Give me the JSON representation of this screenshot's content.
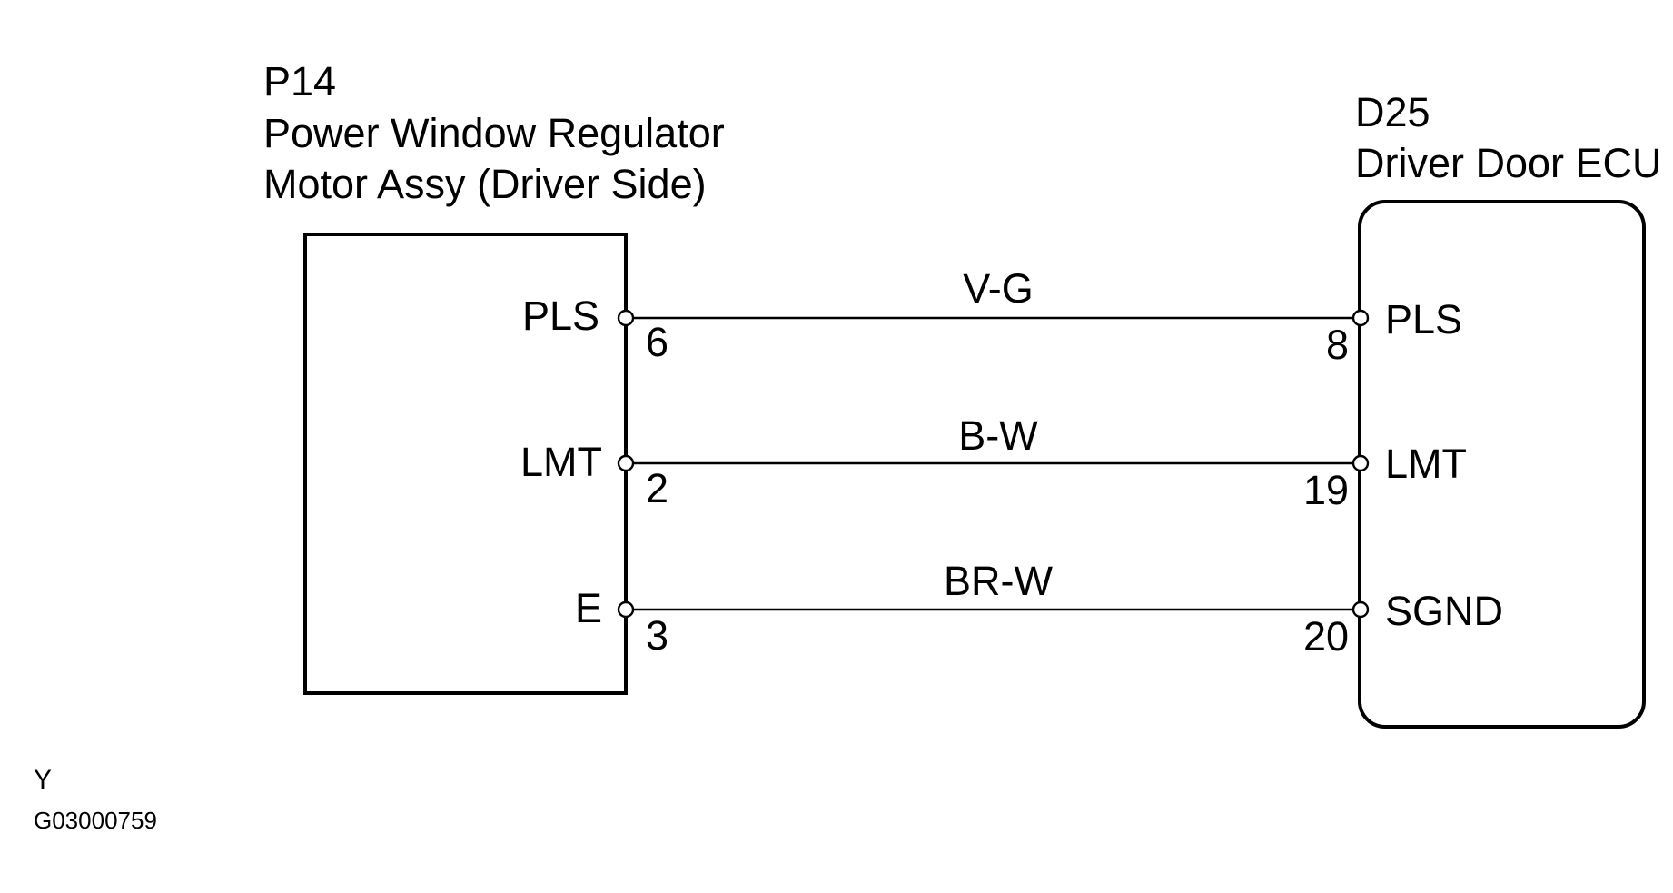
{
  "left_component": {
    "code": "P14",
    "name_line1": "Power Window Regulator",
    "name_line2": "Motor Assy (Driver Side)"
  },
  "right_component": {
    "code": "D25",
    "name": "Driver Door ECU"
  },
  "wires": [
    {
      "color": "V-G",
      "left_pin_name": "PLS",
      "left_pin_num": "6",
      "right_pin_name": "PLS",
      "right_pin_num": "8"
    },
    {
      "color": "B-W",
      "left_pin_name": "LMT",
      "left_pin_num": "2",
      "right_pin_name": "LMT",
      "right_pin_num": "19"
    },
    {
      "color": "BR-W",
      "left_pin_name": "E",
      "left_pin_num": "3",
      "right_pin_name": "SGND",
      "right_pin_num": "20"
    }
  ],
  "footer": {
    "mark": "Y",
    "figure_id": "G03000759"
  }
}
